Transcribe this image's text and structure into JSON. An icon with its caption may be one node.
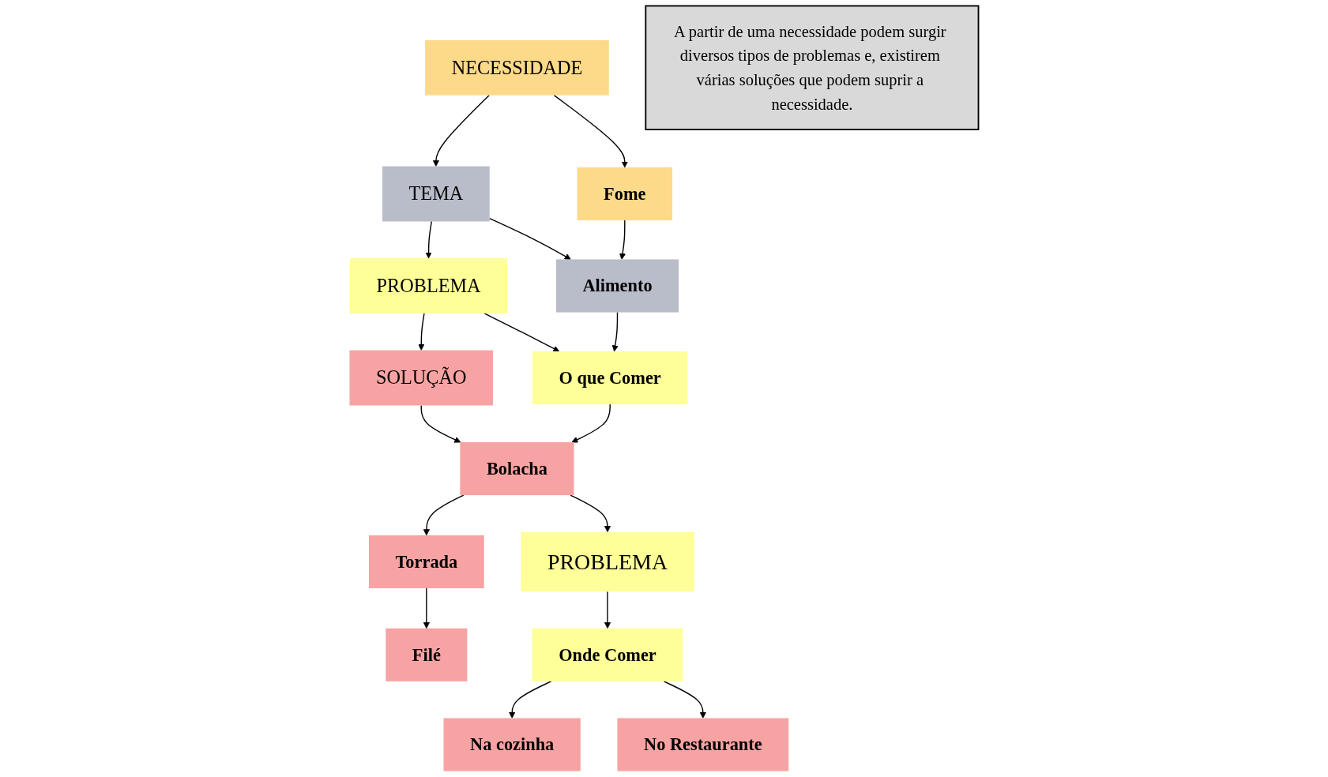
{
  "diagram": {
    "nodes": [
      {
        "text": [
          "NECESSIDADE"
        ]
      },
      {
        "text": [
          "TEMA"
        ]
      },
      {
        "text": [
          "PROBLEMA"
        ]
      },
      {
        "text": [
          "SOLUÇÃO"
        ]
      },
      {
        "text": [
          "Fome"
        ]
      },
      {
        "text": [
          "Alimento"
        ]
      },
      {
        "text": [
          "O que Comer"
        ]
      },
      {
        "text": [
          "Bolacha"
        ]
      },
      {
        "text": [
          "Torrada"
        ]
      },
      {
        "text": [
          "Filé"
        ]
      },
      {
        "text": [
          "A partir de uma necessidade podem surgir diversos tipos de problemas e, existirem várias soluções que podem suprir a necessidade."
        ]
      },
      {
        "text": [
          "PROBLEMA"
        ]
      },
      {
        "text": [
          "Onde Comer"
        ]
      },
      {
        "text": [
          "Na cozinha"
        ]
      },
      {
        "text": [
          "No Restaurante"
        ]
      }
    ],
    "edges": [
      {
        "from": 0,
        "to": 1,
        "arrow": "to"
      },
      {
        "from": 1,
        "to": 2,
        "arrow": "to"
      },
      {
        "from": 2,
        "to": 3,
        "arrow": "to"
      },
      {
        "from": 0,
        "to": 4,
        "arrow": "to"
      },
      {
        "from": 1,
        "to": 5,
        "arrow": "to"
      },
      {
        "from": 2,
        "to": 6,
        "arrow": "to"
      },
      {
        "from": 3,
        "to": 7,
        "arrow": "to"
      },
      {
        "from": 4,
        "to": 5,
        "arrow": "to"
      },
      {
        "from": 5,
        "to": 6,
        "arrow": "to"
      },
      {
        "from": 6,
        "to": 7,
        "arrow": "to"
      },
      {
        "from": 7,
        "to": 8,
        "arrow": "to"
      },
      {
        "from": 8,
        "to": 9,
        "arrow": "to"
      },
      {
        "from": 7,
        "to": 11,
        "arrow": "to"
      },
      {
        "from": 11,
        "to": 12,
        "arrow": "to"
      },
      {
        "from": 12,
        "to": 13,
        "arrow": "to"
      },
      {
        "from": 12,
        "to": 14,
        "arrow": "to"
      }
    ]
  }
}
